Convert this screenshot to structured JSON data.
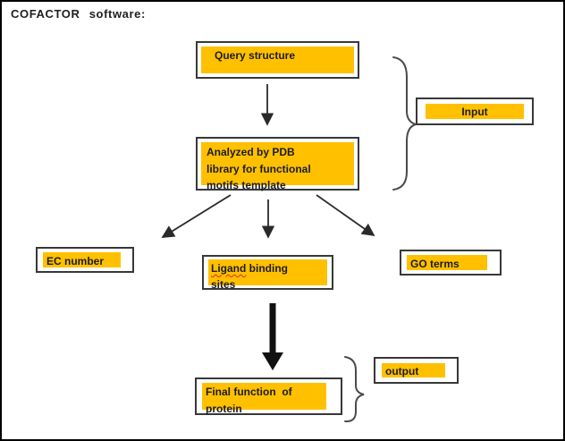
{
  "title": "COFACTOR software:",
  "colors": {
    "box_fill": "#FFC000",
    "box_border": "#383838",
    "arrow": "#2a2a2a",
    "brace": "#4a4a4a",
    "misspell_underline": "#e0251b",
    "background": "#ffffff"
  },
  "nodes": {
    "query_structure": {
      "label": "Query structure"
    },
    "analyzed": {
      "label": "Analyzed by PDB library for functional motifs template"
    },
    "input": {
      "label": "Input"
    },
    "ec_number": {
      "label": "EC number"
    },
    "ligand_binding": {
      "word_misspelled": "Ligand",
      "label_rest": " binding sites"
    },
    "go_terms": {
      "label": "GO terms"
    },
    "final_function": {
      "label": "Final function  of protein"
    },
    "output": {
      "label": "output"
    }
  },
  "edges": [
    {
      "from": "query_structure",
      "to": "analyzed",
      "style": "thin-arrow"
    },
    {
      "from": "analyzed",
      "to": "ec_number",
      "style": "thin-arrow"
    },
    {
      "from": "analyzed",
      "to": "ligand_binding",
      "style": "thin-arrow"
    },
    {
      "from": "analyzed",
      "to": "go_terms",
      "style": "thin-arrow"
    },
    {
      "from": "ligand_binding",
      "to": "final_function",
      "style": "thick-arrow"
    }
  ],
  "annotations": [
    {
      "label": "Input",
      "marker": "curly-brace",
      "applies_to": [
        "query_structure",
        "analyzed"
      ]
    },
    {
      "label": "output",
      "marker": "curly-brace",
      "applies_to": [
        "final_function"
      ]
    }
  ]
}
